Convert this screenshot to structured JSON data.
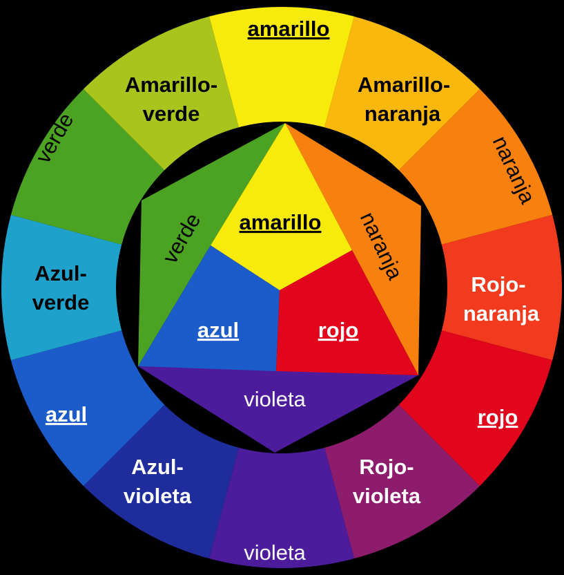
{
  "outer_ring": [
    {
      "name": "amarillo",
      "color": "#f8ea0a"
    },
    {
      "name": "amarillo-naranja",
      "color": "#fbb80c"
    },
    {
      "name": "naranja",
      "color": "#f7800e"
    },
    {
      "name": "rojo-naranja",
      "color": "#f23a1e"
    },
    {
      "name": "rojo",
      "color": "#e2061c"
    },
    {
      "name": "rojo-violeta",
      "color": "#8e1c6c"
    },
    {
      "name": "violeta",
      "color": "#4c1c9c"
    },
    {
      "name": "azul-violeta",
      "color": "#1e2c9c"
    },
    {
      "name": "azul",
      "color": "#1c5cca"
    },
    {
      "name": "azul-verde",
      "color": "#1ea2cc"
    },
    {
      "name": "verde",
      "color": "#4ca222"
    },
    {
      "name": "amarillo-verde",
      "color": "#a9c41c"
    }
  ],
  "outer_labels": {
    "amarillo": "amarillo",
    "amarillo_naranja": [
      "Amarillo-",
      "naranja"
    ],
    "naranja": "naranja",
    "rojo_naranja": [
      "Rojo-",
      "naranja"
    ],
    "rojo": "rojo",
    "rojo_violeta": [
      "Rojo-",
      "violeta"
    ],
    "violeta": "violeta",
    "azul_violeta": [
      "Azul-",
      "violeta"
    ],
    "azul": "azul",
    "azul_verde": [
      "Azul-",
      "verde"
    ],
    "verde": "verde",
    "amarillo_verde": [
      "Amarillo-",
      "verde"
    ]
  },
  "inner_colors": {
    "amarillo": "#f8ea0a",
    "naranja": "#f7800e",
    "rojo": "#e2061c",
    "azul": "#1c5cca",
    "verde": "#4ca222",
    "violeta": "#4c1c9c"
  },
  "inner_labels": {
    "amarillo": "amarillo",
    "naranja": "naranja",
    "rojo": "rojo",
    "azul": "azul",
    "verde": "verde",
    "violeta": "violeta"
  }
}
